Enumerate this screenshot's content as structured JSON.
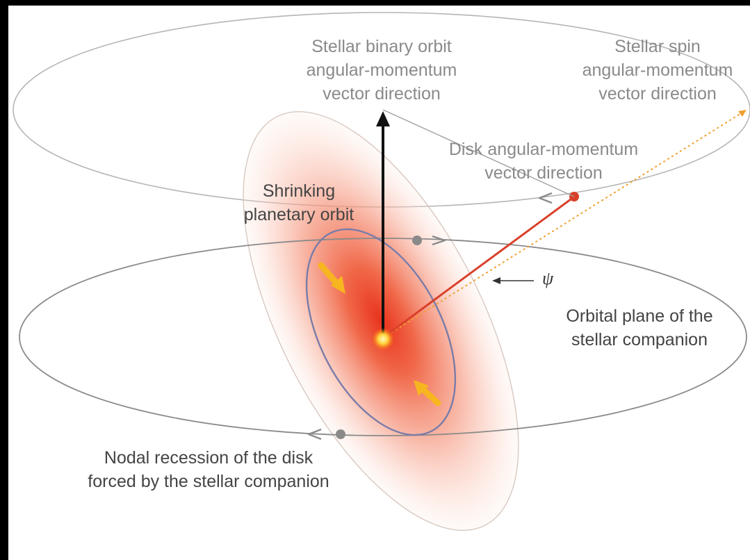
{
  "labels": {
    "stellar_binary_orbit": [
      "Stellar binary orbit",
      "angular-momentum",
      "vector direction"
    ],
    "stellar_spin": [
      "Stellar spin",
      "angular-momentum",
      "vector direction"
    ],
    "disk_angular_momentum": [
      "Disk angular-momentum",
      "vector direction"
    ],
    "shrinking_orbit": [
      "Shrinking",
      "planetary orbit"
    ],
    "psi_symbol": "ψ",
    "orbital_plane": [
      "Orbital plane of the",
      "stellar companion"
    ],
    "nodal_recession": [
      "Nodal recession of the disk",
      "forced by the stellar companion"
    ]
  },
  "colors": {
    "frame": "#000000",
    "background": "#ffffff",
    "orbit_lines": "#9a9a9a",
    "binary_vector": "#111111",
    "disk_vector": "#d9402a",
    "spin_vector": "#f0a030",
    "disk_glow_center": "#e8321c",
    "planet_arrows": "#f7b520",
    "nodes": "#8a8a8a"
  },
  "icons": [
    "binary-vector-arrow",
    "disk-vector-dot",
    "spin-vector-arrow",
    "node-dot",
    "direction-arrow"
  ]
}
